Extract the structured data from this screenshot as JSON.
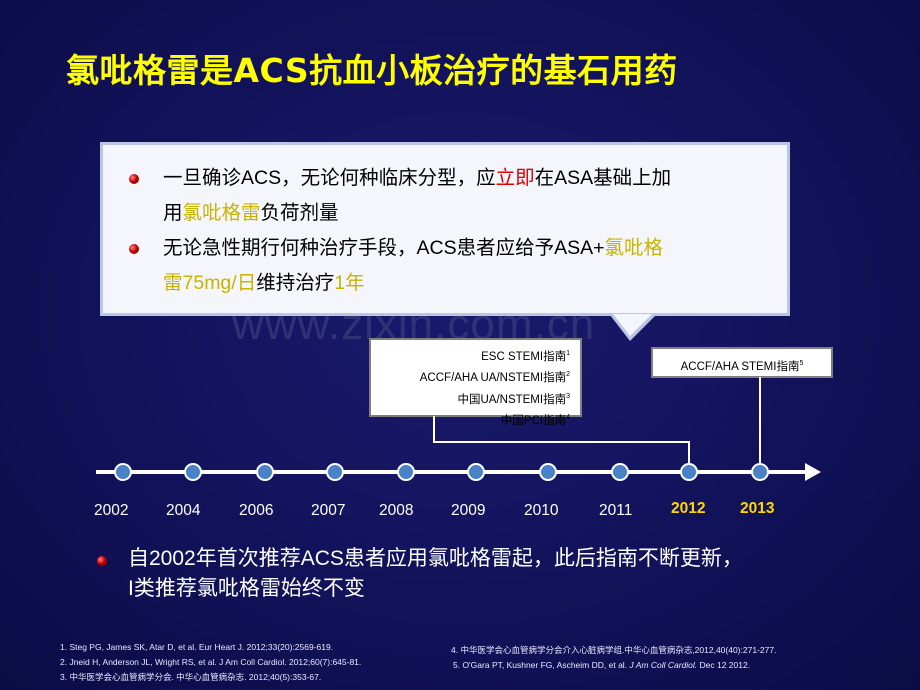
{
  "slide": {
    "title": "氯吡格雷是ACS抗血小板治疗的基石用药",
    "watermark": "www.zixin.com.cn"
  },
  "callout": {
    "item1": {
      "line1_a": "一旦确诊ACS，无论何种临床分型，应",
      "line1_hl": "立即",
      "line1_b": "在ASA基础上加",
      "line2_a": "用",
      "line2_hl": "氯吡格雷",
      "line2_b": "负荷剂量"
    },
    "item2": {
      "line1_a": "无论急性期行何种治疗手段，ACS患者应给予ASA+",
      "line1_hl": "氯吡格",
      "line2_hl": "雷75mg/日",
      "line2_b": "维持治疗",
      "line2_hl2": "1年"
    }
  },
  "guideline_box_1": {
    "rows": [
      {
        "text": "ESC STEMI指南",
        "sup": "1"
      },
      {
        "text": "ACCF/AHA UA/NSTEMI指南",
        "sup": "2"
      },
      {
        "text": "中国UA/NSTEMI指南",
        "sup": "3"
      },
      {
        "text": "中国PCI指南",
        "sup": "4"
      }
    ]
  },
  "guideline_box_2": {
    "text": "ACCF/AHA STEMI指南",
    "sup": "5"
  },
  "timeline": {
    "years": [
      "2002",
      "2004",
      "2006",
      "2007",
      "2008",
      "2009",
      "2010",
      "2011",
      "2012",
      "2013"
    ],
    "highlight_years": [
      "2012",
      "2013"
    ],
    "highlight_color": "#ffd700"
  },
  "summary": {
    "line1": "自2002年首次推荐ACS患者应用氯吡格雷起，此后指南不断更新，",
    "line2": "I类推荐氯吡格雷始终不变"
  },
  "references": {
    "left": [
      "1. Steg PG, James SK, Atar D, et al. Eur Heart J. 2012;33(20):2569-619.",
      "2. Jneid H, Anderson JL, Wright RS, et al. J Am Coll Cardiol. 2012;60(7):645-81.",
      "3. 中华医学会心血管病学分会. 中华心血管病杂志. 2012;40(5):353-67."
    ],
    "right_1": "4. 中华医学会心血管病学分会介入心脏病学组.中华心血管病杂志,2012,40(40):271-277.",
    "right_2_a": "5. O'Gara PT, Kushner FG, Ascheim DD, et al.  ",
    "right_2_journal": "J Am Coll Cardiol.",
    "right_2_b": " Dec 12 2012."
  },
  "colors": {
    "background": "#12125a",
    "title": "#ffff00",
    "accent_red": "#e00000",
    "timeline_node": "#4a82c8"
  }
}
